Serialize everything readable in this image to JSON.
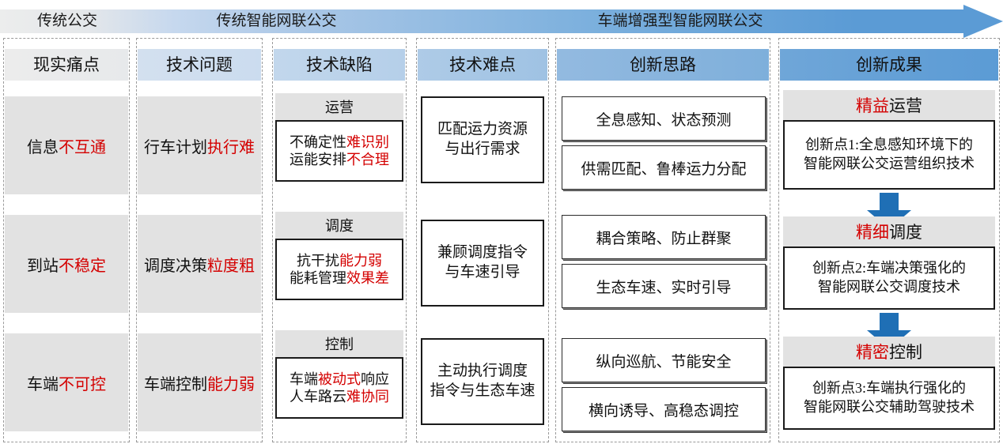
{
  "banner": {
    "segments": [
      {
        "label": "传统公交"
      },
      {
        "label": "传统智能网联公交"
      },
      {
        "label": "车端增强型智能网联公交"
      }
    ],
    "arrow_icon": "right-arrow-icon",
    "accent_blue": "#5b9bd5",
    "accent_red": "#d40000",
    "band_grey": "#e2e2e2"
  },
  "columns": [
    {
      "header": "现实痛点"
    },
    {
      "header": "技术问题"
    },
    {
      "header": "技术缺陷"
    },
    {
      "header": "技术难点"
    },
    {
      "header": "创新思路"
    },
    {
      "header": "创新成果"
    }
  ],
  "rows": [
    {
      "pain_point": {
        "black": "信息",
        "red": "不互通"
      },
      "tech_issue": {
        "black": "行车计划",
        "red": "执行难"
      },
      "defect": {
        "caption": "运营",
        "lines": [
          {
            "black": "不确定性",
            "red": "难识别"
          },
          {
            "black": "运能安排",
            "red": "不合理"
          }
        ]
      },
      "difficulty": {
        "lines": [
          "匹配运力资源",
          "与出行需求"
        ]
      },
      "ideas": [
        "全息感知、状态预测",
        "供需匹配、鲁棒运力分配"
      ],
      "result": {
        "title": {
          "red": "精益",
          "black": "运营"
        },
        "lines": [
          "创新点1:全息感知环境下的",
          "智能网联公交运营组织技术"
        ]
      }
    },
    {
      "pain_point": {
        "black": "到站",
        "red": "不稳定"
      },
      "tech_issue": {
        "black": "调度决策",
        "red": "粒度粗"
      },
      "defect": {
        "caption": "调度",
        "lines": [
          {
            "black": "抗干扰",
            "red": "能力弱"
          },
          {
            "black": "能耗管理",
            "red": "效果差"
          }
        ]
      },
      "difficulty": {
        "lines": [
          "兼顾调度指令",
          "与车速引导"
        ]
      },
      "ideas": [
        "耦合策略、防止群聚",
        "生态车速、实时引导"
      ],
      "result": {
        "title": {
          "red": "精细",
          "black": "调度"
        },
        "lines": [
          "创新点2:车端决策强化的",
          "智能网联公交调度技术"
        ]
      }
    },
    {
      "pain_point": {
        "black": "车端",
        "red": "不可控"
      },
      "tech_issue": {
        "black": "车端控制",
        "red": "能力弱"
      },
      "defect": {
        "caption": "控制",
        "lines": [
          {
            "black": "车端",
            "red": "被动式",
            "black2": "响应"
          },
          {
            "black": "人车路云",
            "red": "难协同"
          }
        ]
      },
      "difficulty": {
        "lines": [
          "主动执行调度",
          "指令与生态车速"
        ]
      },
      "ideas": [
        "纵向巡航、节能安全",
        "横向诱导、高稳态调控"
      ],
      "result": {
        "title": {
          "red": "精密",
          "black": "控制"
        },
        "lines": [
          "创新点3:车端执行强化的",
          "智能网联公交辅助驾驶技术"
        ]
      }
    }
  ],
  "flow_arrows": [
    {
      "icon": "down-arrow-icon"
    },
    {
      "icon": "down-arrow-icon"
    }
  ]
}
